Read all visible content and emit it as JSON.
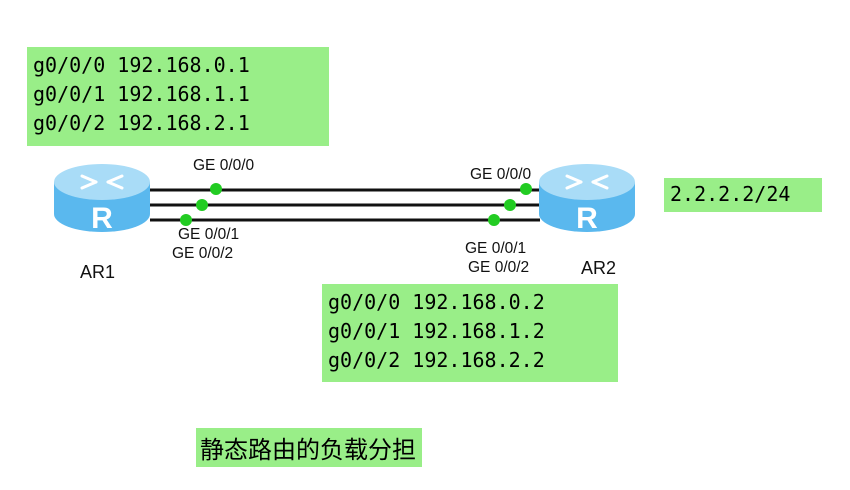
{
  "colors": {
    "label_bg": "#99ee88",
    "link": "#111111",
    "port_dot": "#22cc22",
    "router_body": "#5ab8ee",
    "router_top": "#a9dcf7"
  },
  "ar1": {
    "name": "AR1",
    "icon": "router-icon",
    "ip_lines": [
      "g0/0/0 192.168.0.1",
      "g0/0/1 192.168.1.1",
      "g0/0/2 192.168.2.1"
    ],
    "ports": [
      "GE 0/0/0",
      "GE 0/0/1",
      "GE 0/0/2"
    ]
  },
  "ar2": {
    "name": "AR2",
    "icon": "router-icon",
    "ip_lines": [
      "g0/0/0 192.168.0.2",
      "g0/0/1 192.168.1.2",
      "g0/0/2 192.168.2.2"
    ],
    "ports": [
      "GE 0/0/0",
      "GE 0/0/1",
      "GE 0/0/2"
    ],
    "loopback": "2.2.2.2/24"
  },
  "caption": "静态路由的负载分担"
}
